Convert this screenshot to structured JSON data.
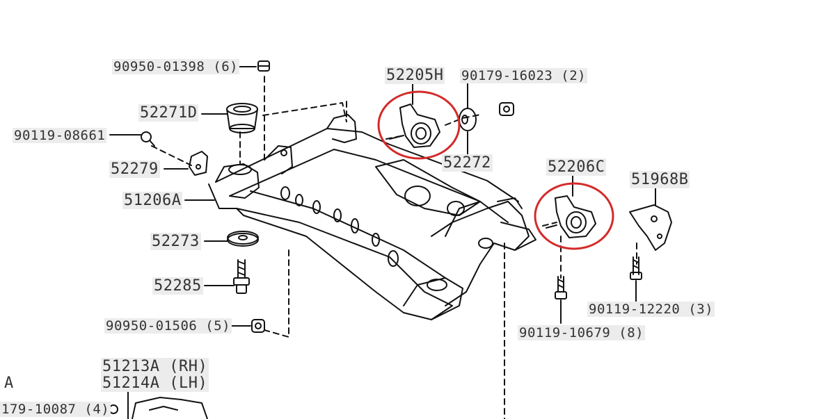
{
  "labels": {
    "l_90950_01398": "90950-01398 (6)",
    "l_52271D": "52271D",
    "l_90119_08661": "90119-08661",
    "l_52279": "52279",
    "l_51206A": "51206A",
    "l_52273": "52273",
    "l_52285": "52285",
    "l_90950_01506": "90950-01506 (5)",
    "l_51213A": "51213A (RH)",
    "l_51214A": "51214A (LH)",
    "l_A": "A",
    "l_179_10087": "179-10087 (4)",
    "l_52205H": "52205H",
    "l_90179_16023": "90179-16023 (2)",
    "l_52272": "52272",
    "l_52206C": "52206C",
    "l_51968B": "51968B",
    "l_90119_10679": "90119-10679 (8)",
    "l_90119_12220": "90119-12220 (3)"
  },
  "highlight_color": "#d42a2a",
  "line_color": "#111111"
}
